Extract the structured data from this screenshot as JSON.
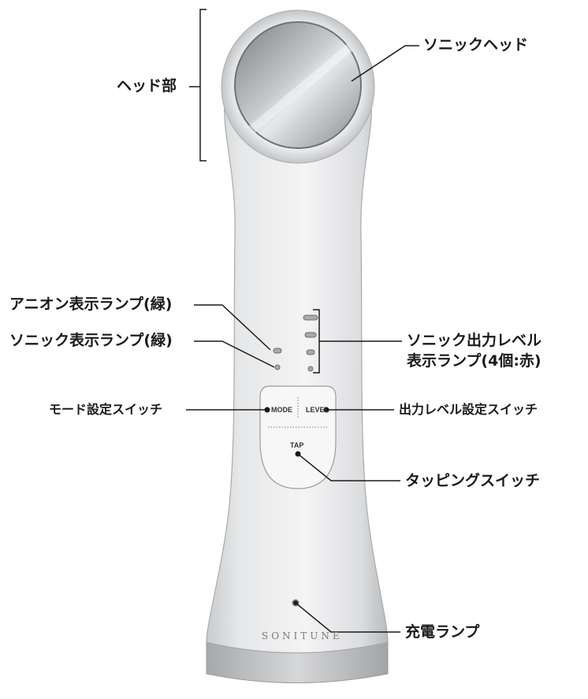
{
  "labels": {
    "head_part": "ヘッド部",
    "sonic_head": "ソニックヘッド",
    "anion_lamp": "アニオン表示ランプ(緑)",
    "sonic_lamp": "ソニック表示ランプ(緑)",
    "sonic_level_lamp_line1": "ソニック出力レベル",
    "sonic_level_lamp_line2": "表示ランプ(4個:赤)",
    "mode_switch": "モード設定スイッチ",
    "level_switch": "出力レベル設定スイッチ",
    "tapping_switch": "タッピングスイッチ",
    "charge_lamp": "充電ランプ"
  },
  "buttons": {
    "mode": "MODE",
    "level": "LEVEL",
    "tap": "TAP"
  },
  "brand": "SONITUNE",
  "colors": {
    "body": "#e9eaeb",
    "body_shadow": "#cfd1d3",
    "lens": "#a8aaad",
    "line": "#1a1a1a"
  }
}
